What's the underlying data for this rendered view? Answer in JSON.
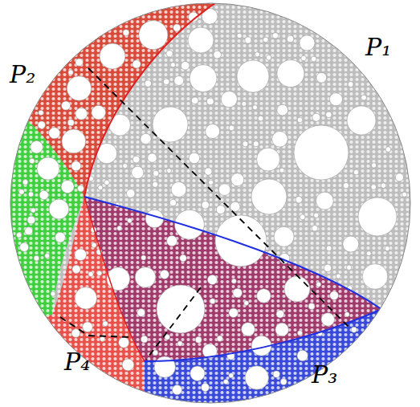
{
  "diagram": {
    "labels": [
      "P₁",
      "P₂",
      "P₃",
      "P₄"
    ]
  }
}
